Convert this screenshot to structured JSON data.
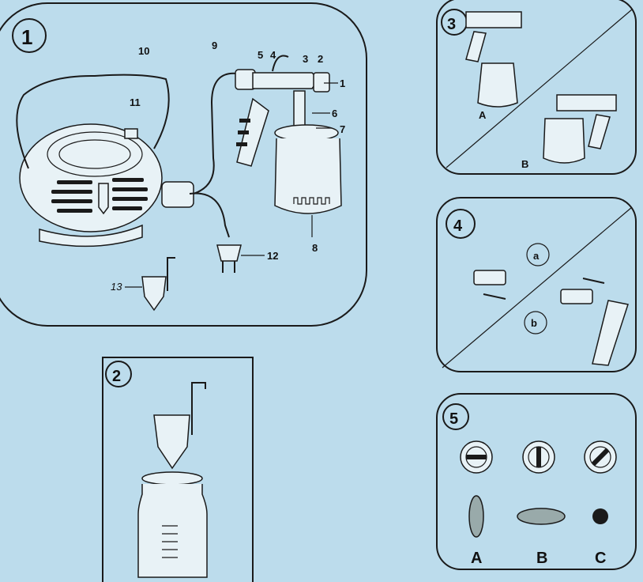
{
  "panels": {
    "p1": {
      "number": "1",
      "labels": [
        "1",
        "2",
        "3",
        "4",
        "5",
        "6",
        "7",
        "8",
        "9",
        "10",
        "11",
        "12",
        "13"
      ]
    },
    "p2": {
      "number": "2"
    },
    "p3": {
      "number": "3",
      "labels": [
        "A",
        "B"
      ]
    },
    "p4": {
      "number": "4",
      "labels": [
        "a",
        "b"
      ]
    },
    "p5": {
      "number": "5",
      "labels": [
        "A",
        "B",
        "C"
      ]
    }
  }
}
